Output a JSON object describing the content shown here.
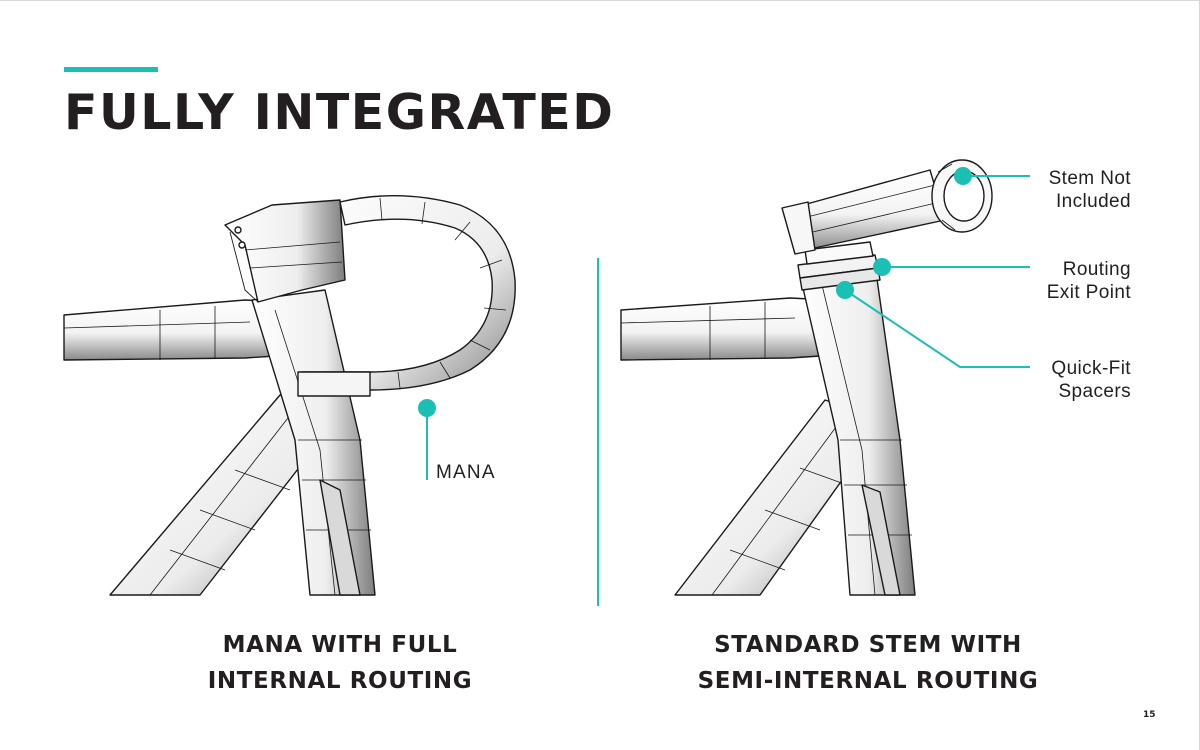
{
  "title": "FULLY INTEGRATED",
  "colors": {
    "accent": "#1bbfb3",
    "text": "#231f20"
  },
  "left_figure": {
    "illustration": "bike-frame-with-integrated-bar-stem",
    "label": "MANA",
    "caption_line1": "MANA WITH FULL",
    "caption_line2": "INTERNAL ROUTING"
  },
  "right_figure": {
    "illustration": "bike-frame-with-standard-stem",
    "callouts": {
      "stem_line1": "Stem Not",
      "stem_line2": "Included",
      "exit_line1": "Routing",
      "exit_line2": "Exit Point",
      "spacers_line1": "Quick-Fit",
      "spacers_line2": "Spacers"
    },
    "caption_line1": "STANDARD STEM WITH",
    "caption_line2": "SEMI-INTERNAL ROUTING"
  },
  "page_number": "15"
}
